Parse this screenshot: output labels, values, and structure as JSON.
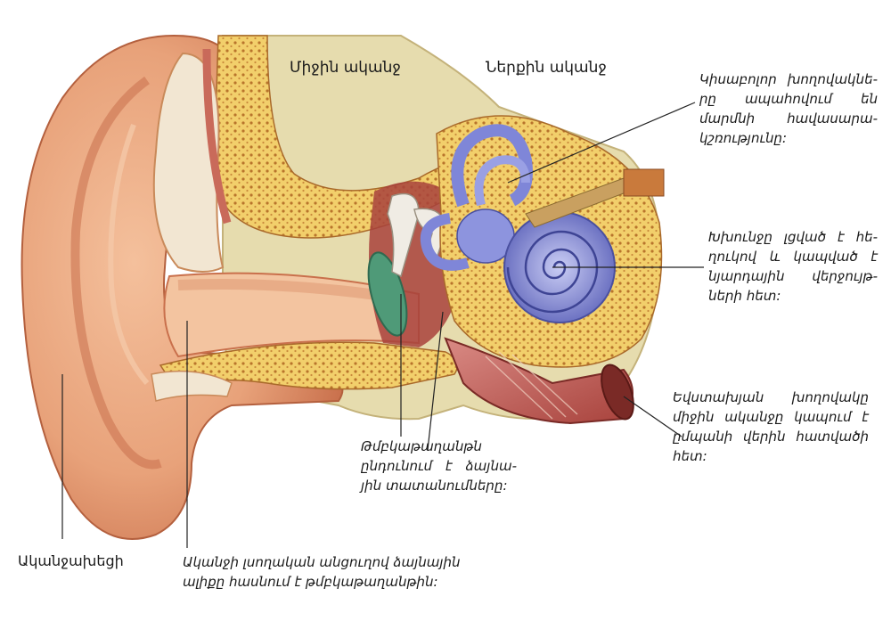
{
  "titles": {
    "middle_ear": "Միջին ականջ",
    "inner_ear": "Ներքին ականջ",
    "auricle": "Ականջախեցի"
  },
  "notes": {
    "canals": [
      "Կիսաբոլոր խողովակնե-",
      "րը ապահովում են",
      "մարմնի հավասարա-",
      "կշռությունը:"
    ],
    "cochlea": [
      "Խխունջը լցված է հե-",
      "ղուկով և կապված է",
      "նյարդային վերջույթ-",
      "ների հետ:"
    ],
    "eustachian": [
      "Եվստախյան խողովակը",
      "միջին ականջը կապում է",
      "ըմպանի վերին հատվածի",
      "հետ:"
    ],
    "ossicles": [
      "Թմբկաթաղանթն",
      "ընդունում է ձայնա-",
      "յին տատանումները:"
    ],
    "ear_canal": [
      "Ականջի լսողական անցուղով ձայնային",
      "ալիքը հասնում է թմբկաթաղանթին:"
    ]
  },
  "colors": {
    "skin": "#e8a27a",
    "skin_dark": "#c9704c",
    "bone": "#f2cf6b",
    "bone_dots": "#b8742c",
    "tissue": "#c96a5a",
    "cochlea": "#7f86d8",
    "canal_inner": "#f6c9a8",
    "leader": "#222222",
    "eardrum": "#4f9a78"
  }
}
